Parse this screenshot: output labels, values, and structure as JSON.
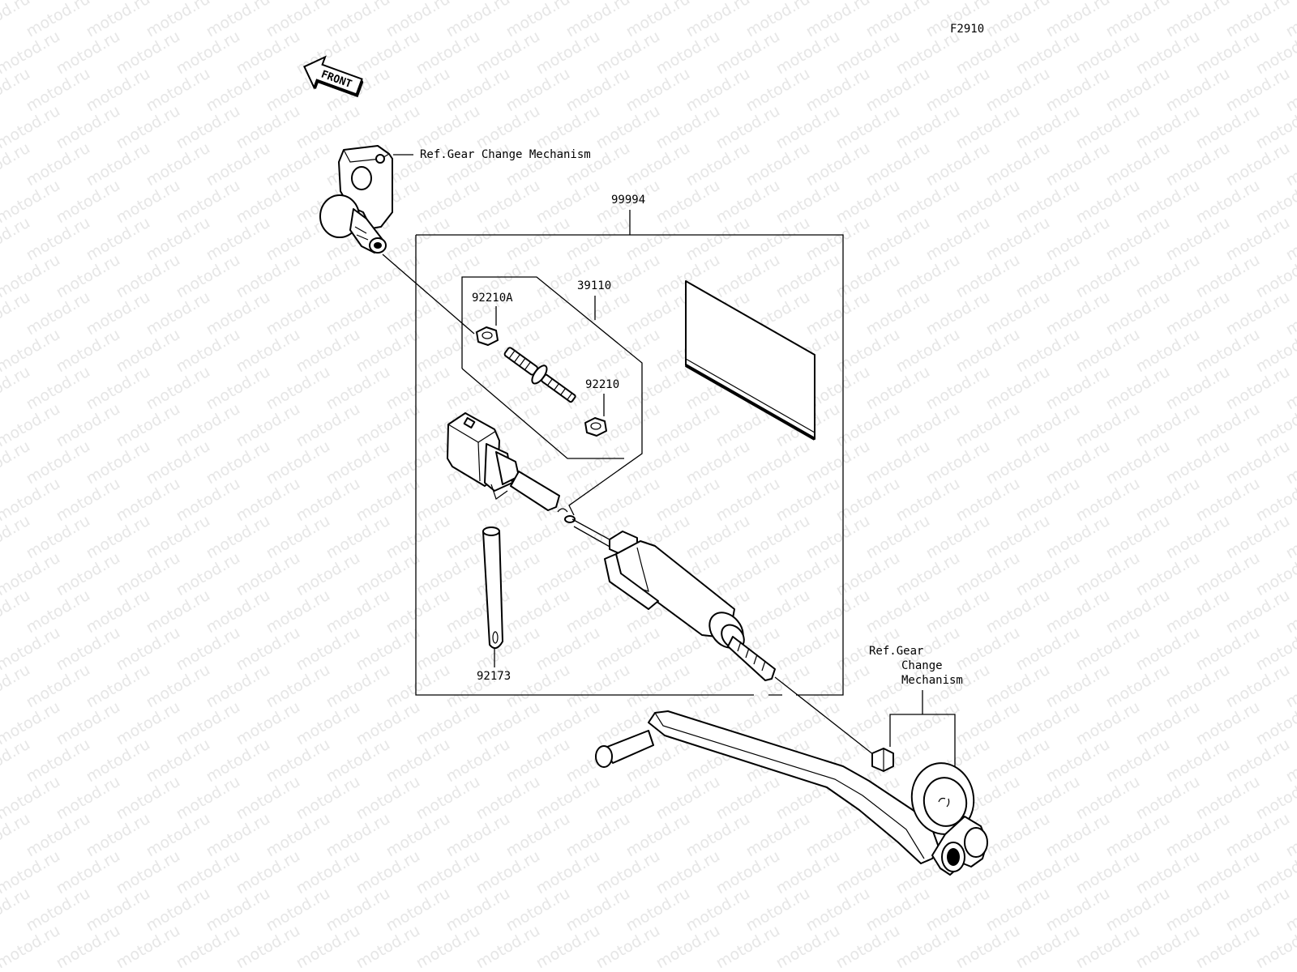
{
  "figure_code": "F2910",
  "front_arrow_label": "FRONT",
  "watermark_text": "motod.ru",
  "labels": {
    "ref_top": "Ref.Gear Change Mechanism",
    "kit": "99994",
    "switch_set": "39110",
    "nut_a": "92210A",
    "nut": "92210",
    "band": "92173",
    "ref_bottom_line1": "Ref.Gear",
    "ref_bottom_line2": "Change",
    "ref_bottom_line3": "Mechanism"
  },
  "colors": {
    "ink": "#000000",
    "watermark": "#e6e6e6",
    "background": "#ffffff"
  }
}
